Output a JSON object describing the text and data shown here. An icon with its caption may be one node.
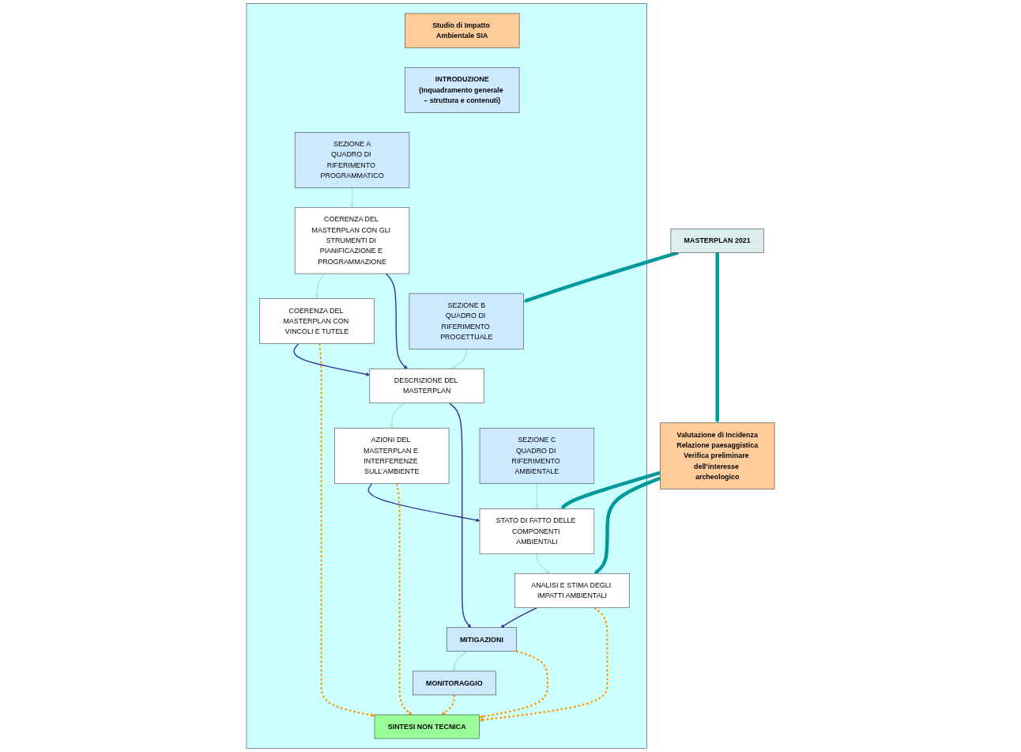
{
  "diagram": {
    "nodes": [
      {
        "text": [],
        "shape": "box"
      },
      {
        "text": [
          "Studio di Impatto Ambientale SIA"
        ],
        "in": 0
      },
      {
        "text": [
          "INTRODUZIONE",
          "(Inquadramento generale – struttura e contenuti)"
        ],
        "in": 0
      },
      {
        "text": [
          "SEZIONE A",
          "QUADRO DI RIFERIMENTO PROGRAMMATICO"
        ],
        "in": 0
      },
      {
        "text": [
          "SEZIONE B",
          "QUADRO DI RIFERIMENTO PROGETTUALE"
        ],
        "in": 0
      },
      {
        "text": [
          "SEZIONE C",
          "QUADRO DI RIFERIMENTO AMBIENTALE"
        ],
        "in": 0
      },
      {
        "text": [
          "COERENZA DEL MASTERPLAN CON GLI STRUMENTI DI PIANIFICAZIONE E PROGRAMMAZIONE"
        ],
        "in": 0
      },
      {
        "text": [
          "COERENZA DEL MASTERPLAN CON VINCOLI E TUTELE"
        ],
        "in": 0
      },
      {
        "text": [
          "DESCRIZIONE DEL MASTERPLAN"
        ],
        "in": 0
      },
      {
        "text": [
          "AZIONI DEL MASTERPLAN E INTERFERENZE SULL’AMBIENTE"
        ],
        "in": 0
      },
      {
        "text": [
          "STATO DI FATTO DELLE COMPONENTI AMBIENTALI"
        ],
        "in": 0
      },
      {
        "text": [
          "ANALISI E STIMA DEGLI IMPATTI AMBIENTALI"
        ],
        "in": 0
      },
      {
        "text": [
          "MITIGAZIONI"
        ],
        "in": 0
      },
      {
        "text": [
          "MONITORAGGIO"
        ],
        "in": 0
      },
      {
        "text": [
          "SINTESI NON TECNICA"
        ],
        "in": 0
      },
      {
        "text": [
          "MASTERPLAN 2021"
        ]
      },
      {
        "text": [
          "Valutazione di Incidenza",
          "Relazione paesaggistica",
          "Verifica preliminare dell’interesse archeologico"
        ]
      }
    ],
    "edges": [
      {
        "from": 15,
        "to": 4,
        "arrow": "to",
        "style": "thick",
        "color": "#009999"
      },
      {
        "from": 15,
        "to": 16,
        "arrow": "to",
        "style": "thick",
        "color": "#009999"
      },
      {
        "from": 16,
        "to": 10,
        "arrow": "to",
        "style": "thick",
        "color": "#009999"
      },
      {
        "from": 16,
        "to": 11,
        "arrow": "to",
        "style": "thick",
        "color": "#009999"
      },
      {
        "from": 3,
        "to": 6,
        "arrow": "to"
      },
      {
        "from": 6,
        "to": 7,
        "arrow": "to"
      },
      {
        "from": 4,
        "to": 8,
        "arrow": "to"
      },
      {
        "from": 8,
        "to": 9,
        "arrow": "to"
      },
      {
        "from": 5,
        "to": 10,
        "arrow": "to"
      },
      {
        "from": 10,
        "to": 11,
        "arrow": "to"
      },
      {
        "from": 6,
        "to": 8,
        "arrow": "to",
        "color": "#333399"
      },
      {
        "from": 7,
        "to": 8,
        "arrow": "to",
        "color": "#333399"
      },
      {
        "from": 8,
        "to": 12,
        "arrow": "to",
        "color": "#333399"
      },
      {
        "from": 9,
        "to": 10,
        "arrow": "to",
        "color": "#333399"
      },
      {
        "from": 11,
        "to": 12,
        "arrow": "to",
        "color": "#333399"
      },
      {
        "from": 12,
        "to": 13,
        "arrow": "to"
      },
      {
        "from": 7,
        "to": 14,
        "arrow": "to",
        "style": "dashed",
        "color": "#ff9900"
      },
      {
        "from": 9,
        "to": 14,
        "arrow": "to",
        "style": "dashed",
        "color": "#ff9900"
      },
      {
        "from": 12,
        "to": 14,
        "arrow": "to",
        "style": "dashed",
        "color": "#ff9900"
      },
      {
        "from": 11,
        "to": 14,
        "arrow": "to",
        "style": "dashed",
        "color": "#ff9900"
      },
      {
        "from": 13,
        "to": 14,
        "arrow": "to",
        "style": "dashed",
        "color": "#ff9900"
      }
    ]
  }
}
